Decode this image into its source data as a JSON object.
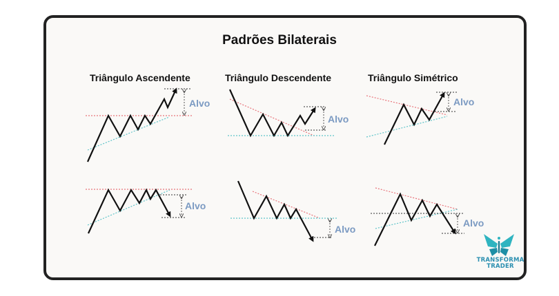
{
  "title": "Padrões Bilaterais",
  "target_label": "Alvo",
  "colors": {
    "resistance": "#e8737a",
    "support": "#5ec4c9",
    "price": "#111111",
    "target_label": "#7b9ac2",
    "frame_border": "#222222",
    "background": "#faf9f7",
    "logo": "#2a8fb0"
  },
  "patterns": [
    {
      "name": "Triângulo Ascendente",
      "variant": "breakout-up"
    },
    {
      "name": "Triângulo Descendente",
      "variant": "breakout-up"
    },
    {
      "name": "Triângulo Simétrico",
      "variant": "breakout-up"
    },
    {
      "name": "Triângulo Ascendente",
      "variant": "breakdown"
    },
    {
      "name": "Triângulo Descendente",
      "variant": "breakdown"
    },
    {
      "name": "Triângulo Simétrico",
      "variant": "breakdown"
    }
  ],
  "labels": {
    "col1": "Triângulo Ascendente",
    "col2": "Triângulo Descendente",
    "col3": "Triângulo Simétrico"
  },
  "logo": {
    "line1": "TRANSFORMA",
    "line2": "TRADER"
  }
}
